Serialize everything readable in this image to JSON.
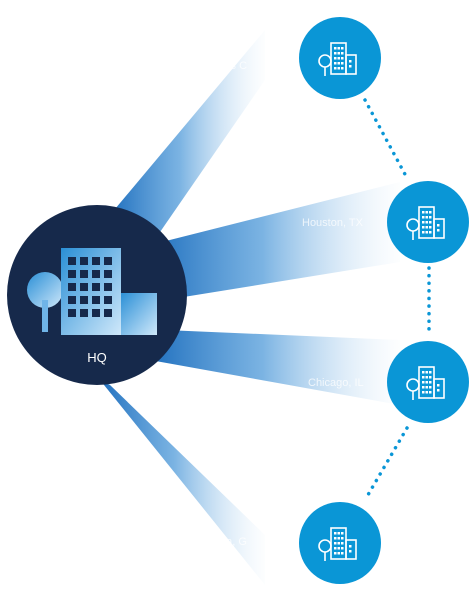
{
  "hub": {
    "label": "HQ",
    "icon": "office-building-with-tree-icon",
    "color": "#16294b"
  },
  "locations": [
    {
      "label": "las C",
      "icon": "office-building-with-tree-icon"
    },
    {
      "label": "Houston, TX",
      "icon": "office-building-with-tree-icon"
    },
    {
      "label": "Chicago, IL",
      "icon": "office-building-with-tree-icon"
    },
    {
      "label": "na, G",
      "icon": "office-building-with-tree-icon"
    }
  ],
  "colors": {
    "node": "#0a96d6",
    "beam": "#2a83cc",
    "connector": "#0a96d6"
  }
}
